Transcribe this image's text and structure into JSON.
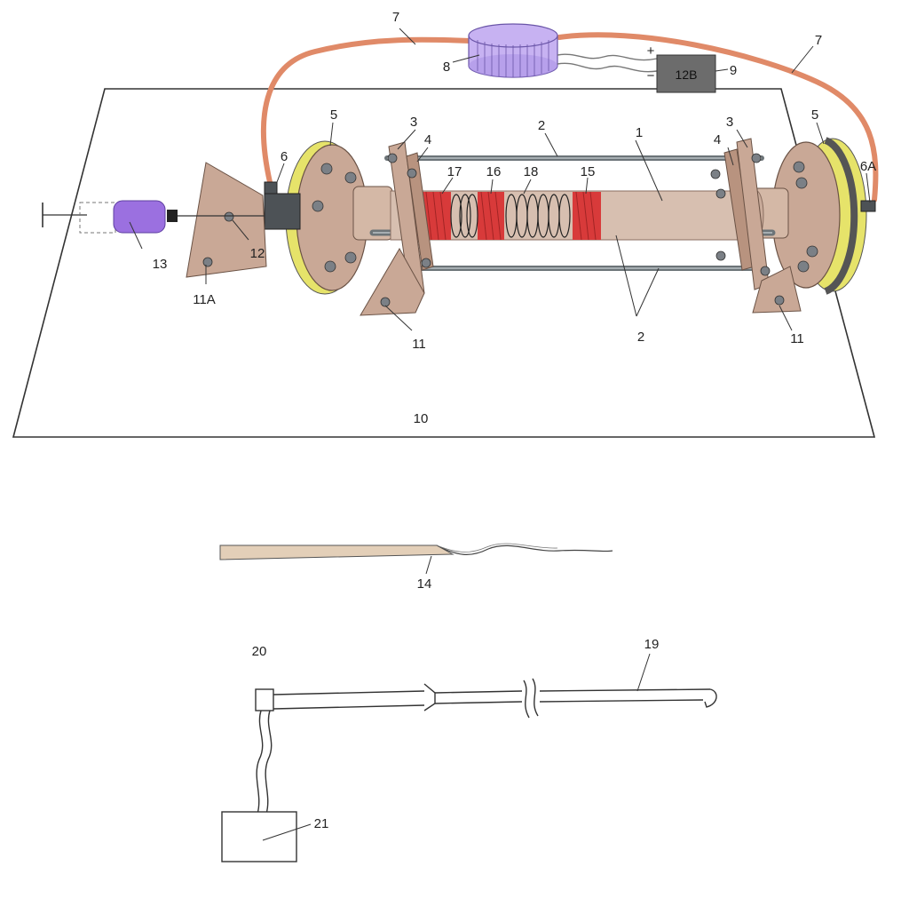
{
  "labels": {
    "part_1": "1",
    "part_2_top": "2",
    "part_2_bottom": "2",
    "part_3_left": "3",
    "part_3_right": "3",
    "part_4_left": "4",
    "part_4_right": "4",
    "part_5_left": "5",
    "part_5_right": "5",
    "part_6": "6",
    "part_6a": "6A",
    "part_7_left": "7",
    "part_7_right": "7",
    "part_8": "8",
    "part_9": "9",
    "part_10": "10",
    "part_11_left": "11",
    "part_11_right": "11",
    "part_11a": "11A",
    "part_12": "12",
    "part_13": "13",
    "part_14": "14",
    "part_15": "15",
    "part_16": "16",
    "part_17": "17",
    "part_18": "18",
    "part_19": "19",
    "part_20": "20",
    "part_21": "21"
  },
  "battery": {
    "text": "12B",
    "plus": "+",
    "minus": "−"
  },
  "colors": {
    "tube": "#d7bfb0",
    "flange": "#c9a896",
    "flange_ring": "#e6e36a",
    "hose": "#e08a68",
    "coil": "#d83a3a",
    "syringe": "#9b70e0",
    "reservoir": "#c7b2f2",
    "rod": "#6c7478",
    "battery_box": "#6c6c6c",
    "strip": "#e3cfb8"
  },
  "icons": {
    "battery": "battery-box-icon",
    "reservoir": "reservoir-icon",
    "syringe": "syringe-icon"
  }
}
